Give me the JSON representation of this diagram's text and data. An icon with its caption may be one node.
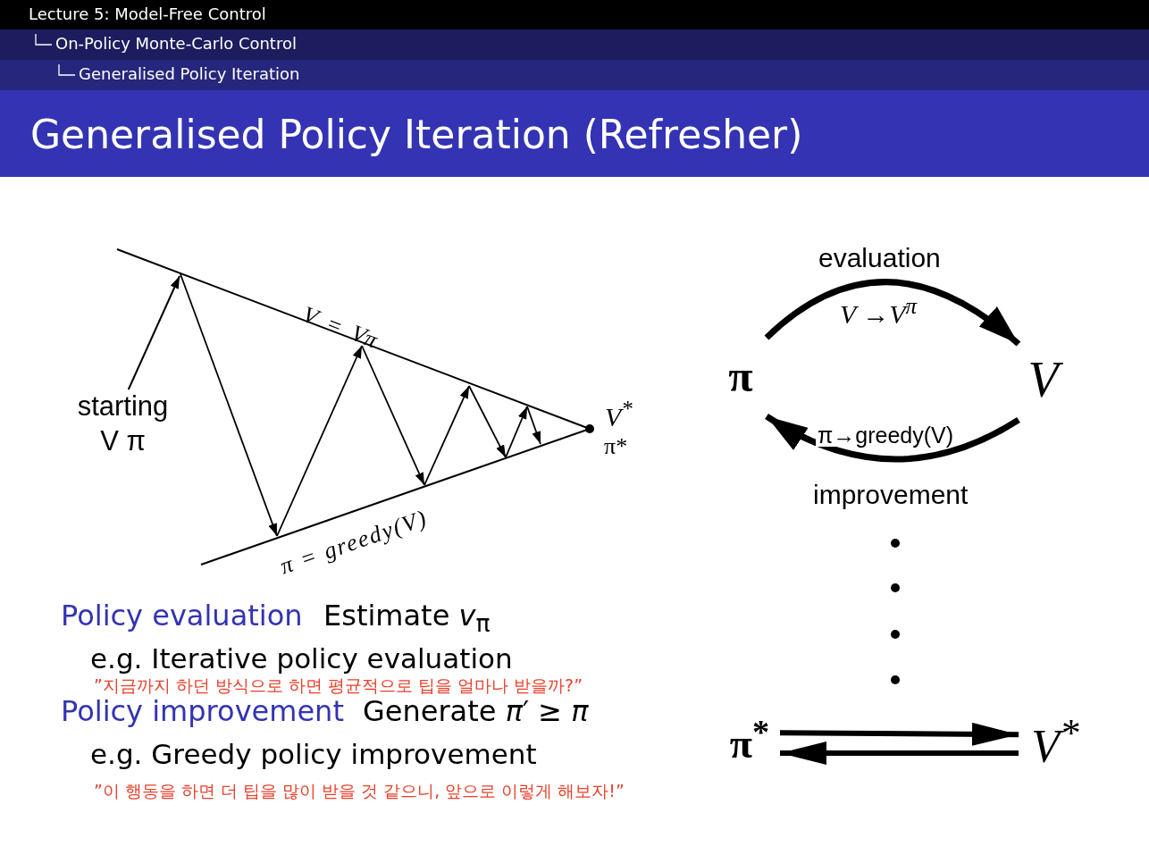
{
  "diagram": {
    "title": "Generalised Policy Iteration (Refresher)",
    "nodes": [
      {
        "text": [
          "π"
        ]
      },
      {
        "text": [
          "V"
        ]
      },
      {
        "text": [
          "π$^{*}$"
        ]
      },
      {
        "text": [
          "V$^{*}$"
        ]
      },
      {
        "text": [
          "starting V π"
        ]
      }
    ],
    "edges": [
      {
        "from": 0,
        "to": 1,
        "arrow": "to",
        "label": "V →V$^{π}$"
      },
      {
        "from": 1,
        "to": 0,
        "arrow": "to",
        "label": "π→greedy(V)"
      },
      {
        "from": 2,
        "to": 3,
        "arrow": "to"
      },
      {
        "from": 3,
        "to": 2,
        "arrow": "to"
      },
      {
        "from": 4,
        "to": null,
        "arrow": "to"
      }
    ],
    "labels": [
      "Lecture 5: Model-Free Control",
      "On-Policy Monte-Carlo Control",
      "Generalised Policy Iteration",
      "V = Vπ",
      "π = greedy(V)",
      "V$^{*}$",
      "π*",
      "evaluation",
      "improvement",
      "Policy evaluation",
      "Estimate *v*$_{π}$",
      "e.g. Iterative policy evaluation",
      "”지금까지 하던 방식으로 하면 평균적으로 팁을 얼마나 받을까?”",
      "Policy improvement",
      "Generate *π*′ ≥ *π*",
      "e.g. Greedy policy improvement",
      "”이 행동을 하면 더 팁을 많이 받을 것 같으니, 앞으로 이렇게 해보자!”"
    ]
  }
}
